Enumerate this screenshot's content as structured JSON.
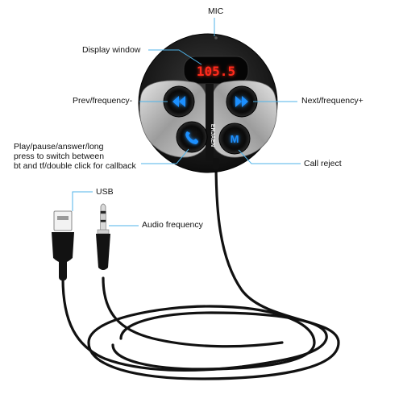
{
  "labels": {
    "mic": "MIC",
    "display_window": "Display window",
    "prev_frequency": "Prev/frequency-",
    "next_frequency": "Next/frequency+",
    "play_pause": "Play/pause/answer/long\npress to switch between\nbt and tf/double click for callback",
    "call_reject": "Call reject",
    "usb": "USB",
    "audio_frequency": "Audio frequency"
  },
  "device": {
    "display_value": "105.5",
    "brand": "ERJAEN",
    "m_button_label": "M"
  },
  "colors": {
    "callout_line": "#4fb3e8",
    "button_glow": "#1e90ff",
    "display_digits": "#ff2a1a",
    "device_body": "#1a1a1a",
    "device_silver": "#b8b8b8",
    "cable": "#111111"
  },
  "icons": {
    "prev": "rewind-icon",
    "next": "fast-forward-icon",
    "call": "phone-icon",
    "mode": "m-letter-icon"
  }
}
